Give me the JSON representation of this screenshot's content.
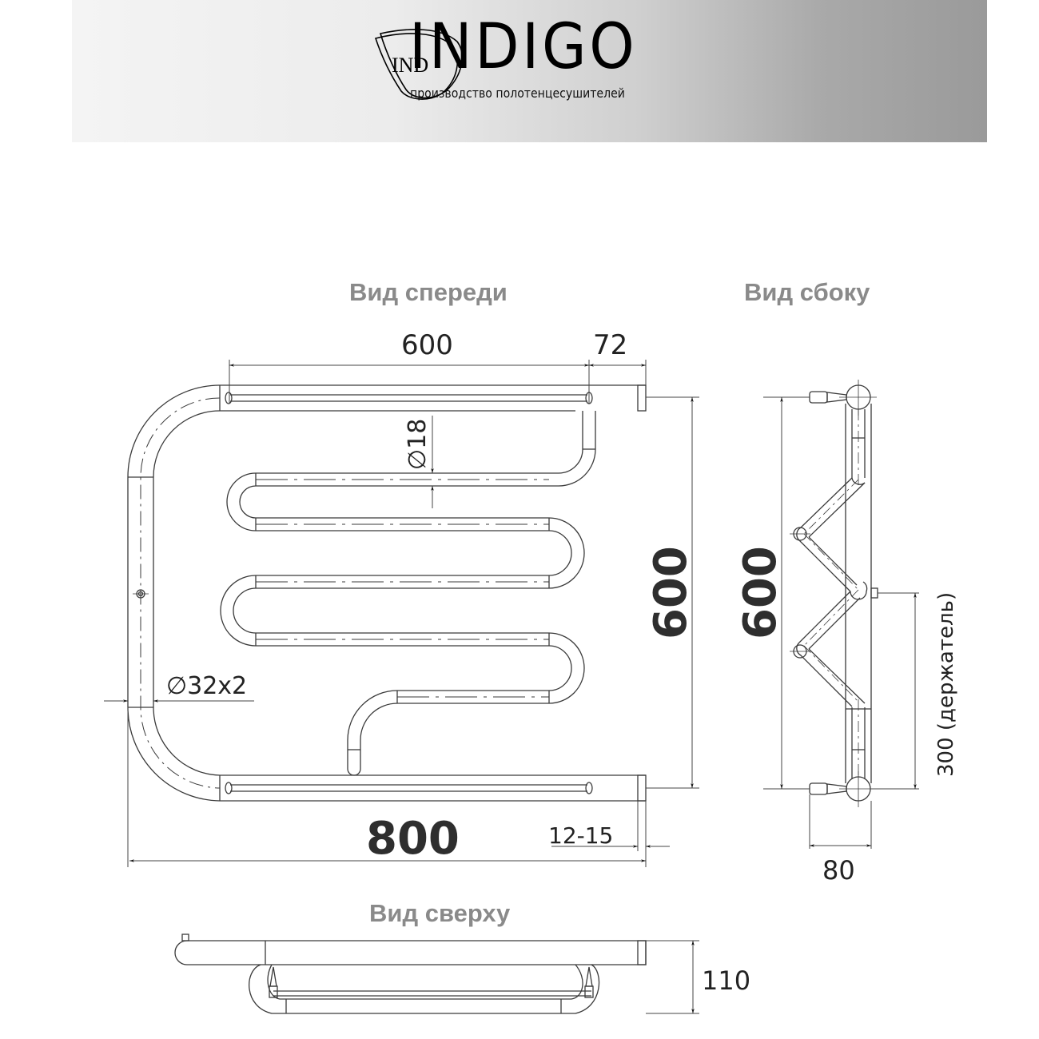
{
  "header": {
    "brand": "INDIGO",
    "logo_text": "IND",
    "tagline": "производство полотенцесушителей"
  },
  "views": {
    "front": {
      "title": "Вид спереди"
    },
    "side": {
      "title": "Вид сбоку"
    },
    "top": {
      "title": "Вид сверху"
    }
  },
  "dimensions": {
    "front_top_span": "600",
    "front_top_offset": "72",
    "coil_tube_diameter": "∅18",
    "main_tube": "∅32x2",
    "front_height": "600",
    "front_width": "800",
    "wall_gap": "12-15",
    "side_height": "600",
    "holder_height": "300 (держатель)",
    "side_depth": "80",
    "top_depth": "110"
  },
  "colors": {
    "line": "#3a3a3a",
    "title_gray": "#8a8a8a",
    "dim_text": "#222222"
  }
}
